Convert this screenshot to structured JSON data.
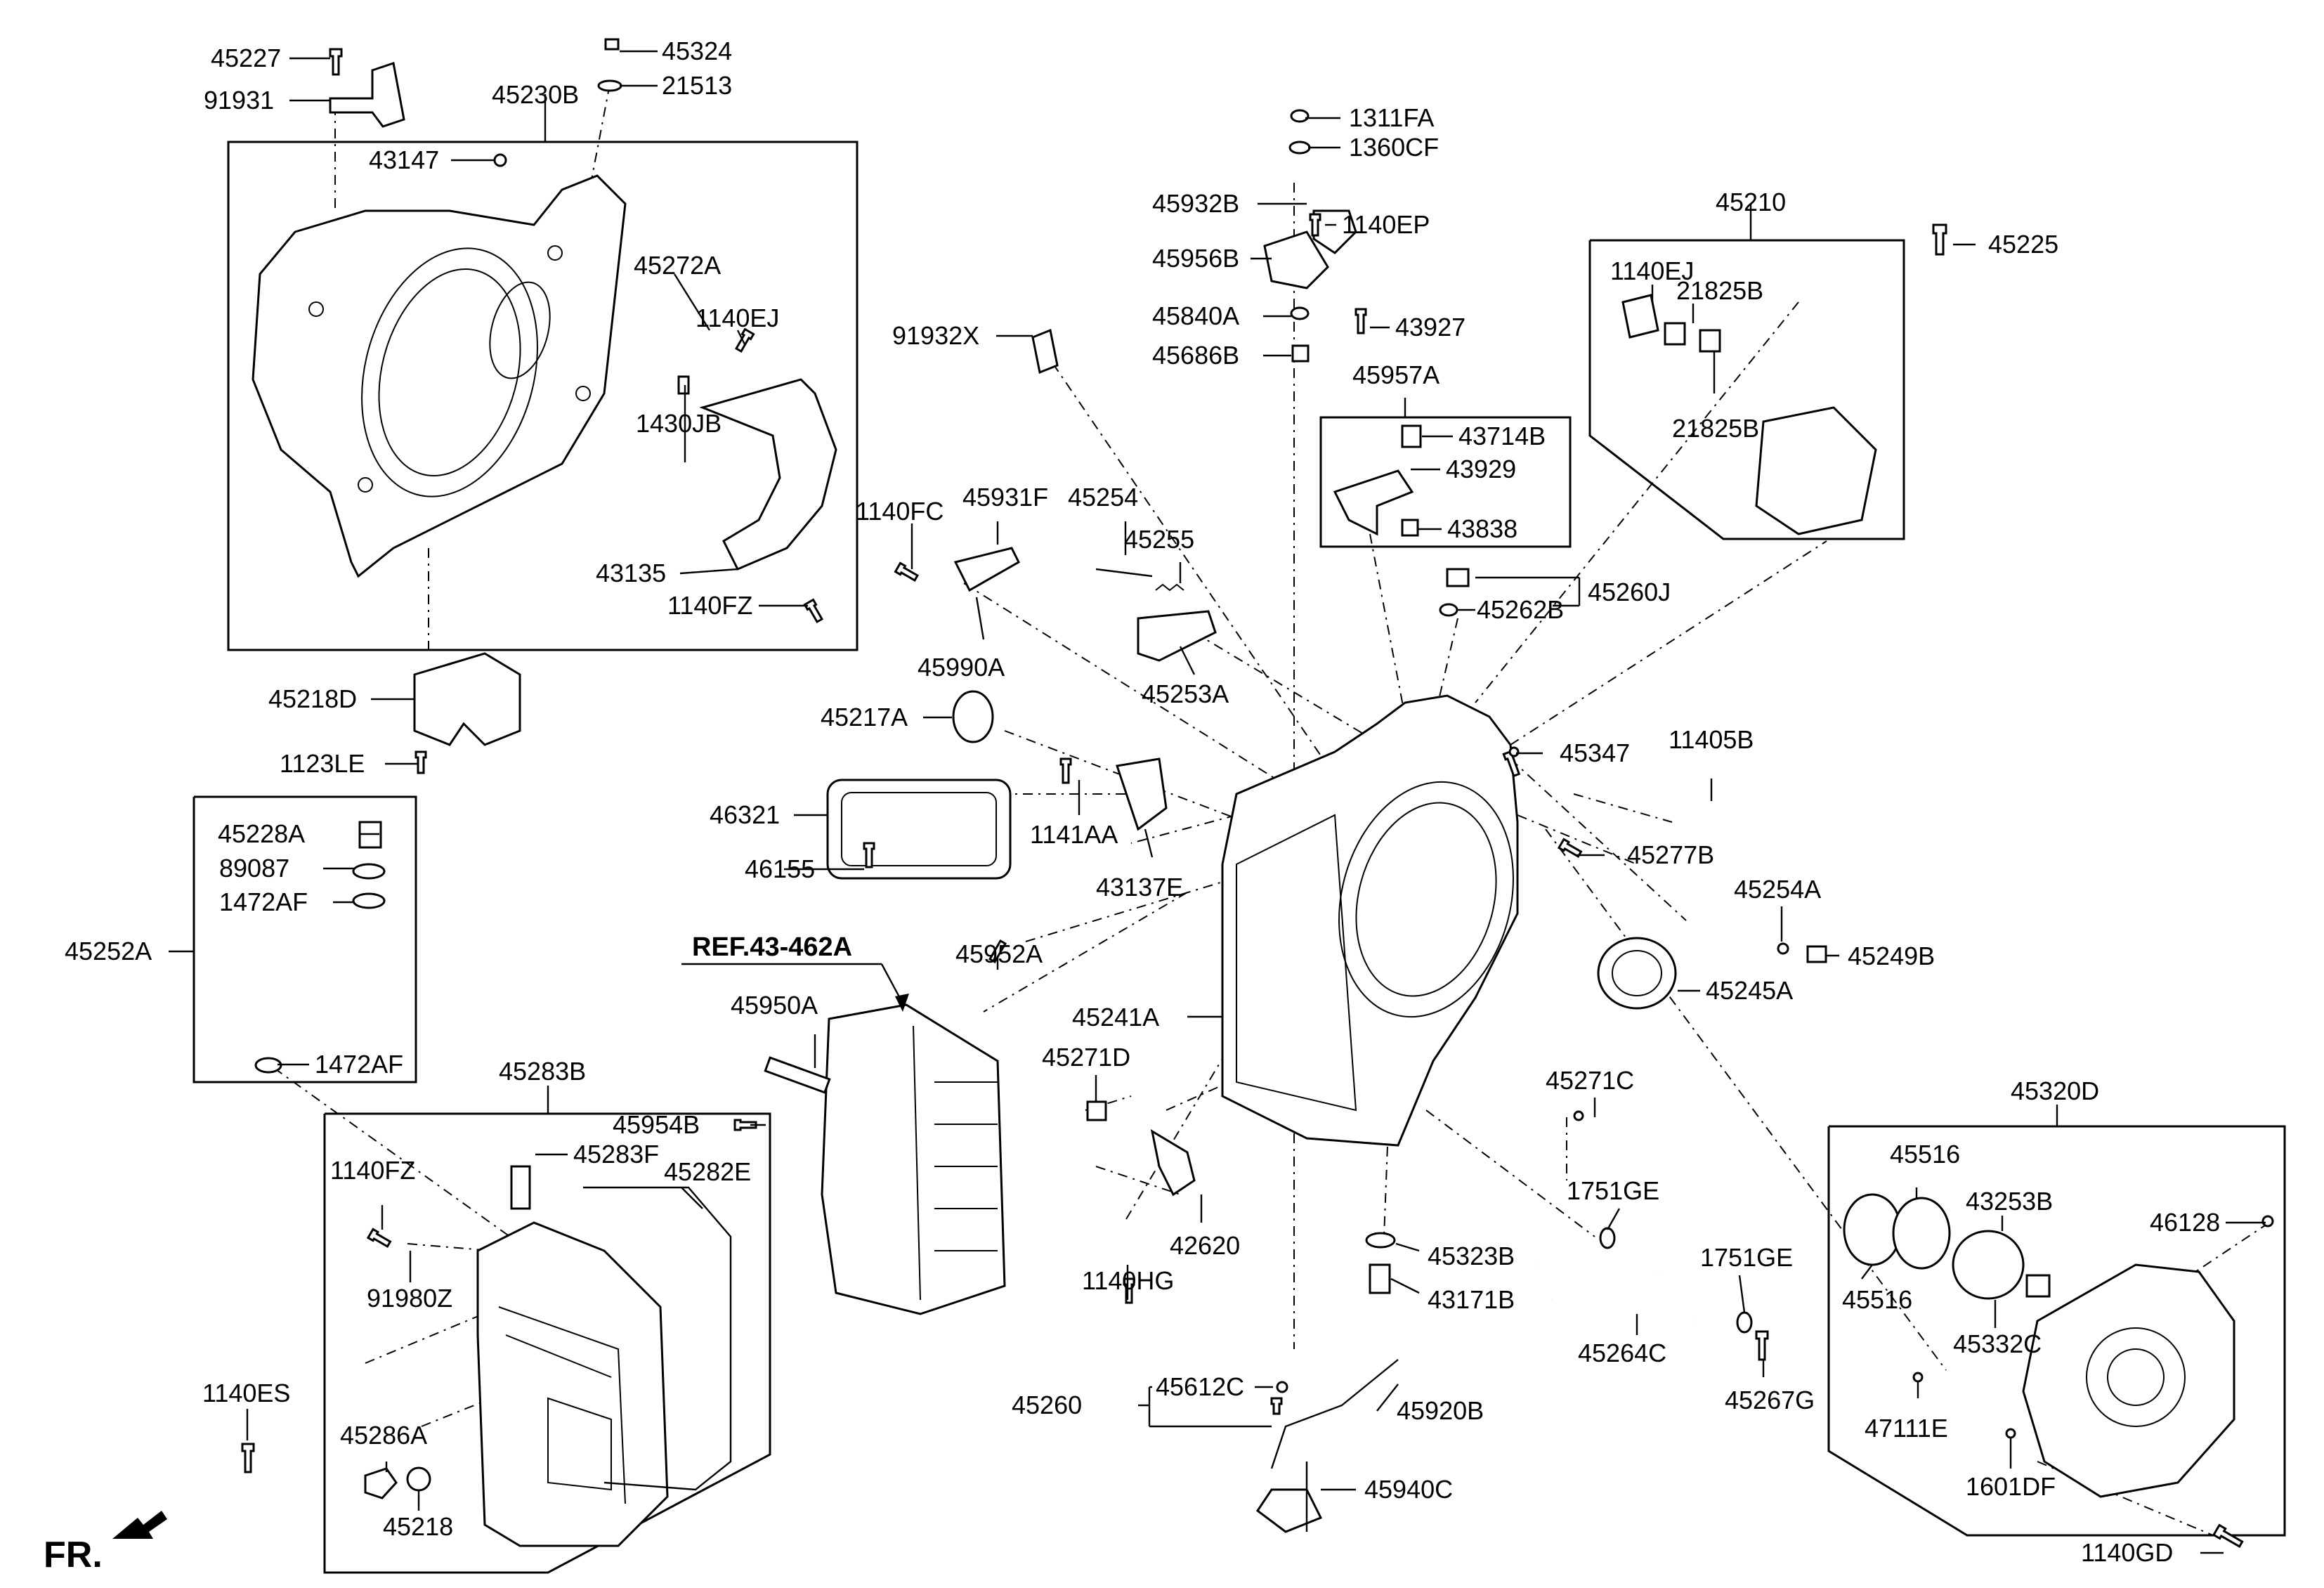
{
  "labels": {
    "p45227": "45227",
    "p91931": "91931",
    "p45324": "45324",
    "p21513": "21513",
    "p45230B": "45230B",
    "p43147": "43147",
    "p45272A": "45272A",
    "p1140EJ_a": "1140EJ",
    "p1430JB": "1430JB",
    "p43135": "43135",
    "p1140FZ_a": "1140FZ",
    "p45218D": "45218D",
    "p1123LE": "1123LE",
    "p45228A": "45228A",
    "p89087": "89087",
    "p1472AF_a": "1472AF",
    "p45252A": "45252A",
    "p1472AF_b": "1472AF",
    "p45283B": "45283B",
    "p45283F": "45283F",
    "p1140FZ_b": "1140FZ",
    "p45282E": "45282E",
    "p91980Z": "91980Z",
    "p1140ES": "1140ES",
    "p45286A": "45286A",
    "p45218": "45218",
    "p1311FA": "1311FA",
    "p1360CF": "1360CF",
    "p45932B": "45932B",
    "p1140EP": "1140EP",
    "p45956B": "45956B",
    "p45840A": "45840A",
    "p45686B": "45686B",
    "p91932X": "91932X",
    "p43927": "43927",
    "p45957A": "45957A",
    "p43714B": "43714B",
    "p43929": "43929",
    "p43838": "43838",
    "p1140FC": "1140FC",
    "p45931F": "45931F",
    "p45254": "45254",
    "p45255": "45255",
    "p45990A": "45990A",
    "p45253A": "45253A",
    "p45217A": "45217A",
    "p46321": "46321",
    "p46155": "46155",
    "p1141AA": "1141AA",
    "p43137E": "43137E",
    "p45260J": "45260J",
    "p45262B": "45262B",
    "p45347": "45347",
    "p11405B": "11405B",
    "p45277B": "45277B",
    "p45254A": "45254A",
    "p45249B": "45249B",
    "p45245A": "45245A",
    "p45241A": "45241A",
    "p45952A": "45952A",
    "p45950A": "45950A",
    "p45954B": "45954B",
    "p45271D": "45271D",
    "p45271C": "45271C",
    "p1751GE_a": "1751GE",
    "p1751GE_b": "1751GE",
    "p45264C": "45264C",
    "p45267G": "45267G",
    "p1140HG": "1140HG",
    "p42620": "42620",
    "p45323B": "45323B",
    "p43171B": "43171B",
    "p45260": "45260",
    "p45612C": "45612C",
    "p45920B": "45920B",
    "p45940C": "45940C",
    "p45210": "45210",
    "p1140EJ_b": "1140EJ",
    "p21825B_a": "21825B",
    "p21825B_b": "21825B",
    "p45225": "45225",
    "p45320D": "45320D",
    "p45516_a": "45516",
    "p45516_b": "45516",
    "p43253B": "43253B",
    "p46128": "46128",
    "p45332C": "45332C",
    "p47111E": "47111E",
    "p1601DF": "1601DF",
    "p1140GD": "1140GD"
  },
  "reference": "REF.43-462A",
  "front_marker": "FR.",
  "icons": {
    "front_arrow": "arrow-down-left-icon"
  }
}
